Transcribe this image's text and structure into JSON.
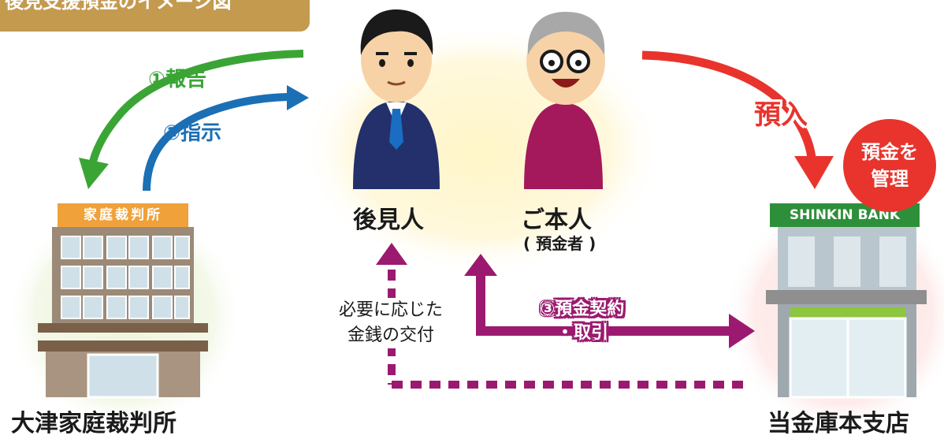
{
  "title": "後見支援預金のイメージ図",
  "steps": {
    "report": "①報告",
    "instruct": "②指示",
    "contract_line1": "③預金契約",
    "contract_line2": "・取引"
  },
  "people": {
    "guardian": "後見人",
    "principal": "ご本人",
    "principal_sub": "( 預金者 )"
  },
  "court": {
    "sign": "家庭裁判所",
    "name": "大津家庭裁判所"
  },
  "bank": {
    "sign": "SHINKIN BANK",
    "name": "当金庫本支店",
    "deposit_in": "預入",
    "manage_line1": "預金を",
    "manage_line2": "管理"
  },
  "money": {
    "line1": "必要に応じた",
    "line2": "金銭の交付"
  },
  "colors": {
    "report_arrow": "#3aa535",
    "instruct_arrow": "#1b6fb5",
    "contract_arrow": "#9b1a6f",
    "deposit_arrow": "#e8342d",
    "title_bg": "#c49a4f"
  }
}
